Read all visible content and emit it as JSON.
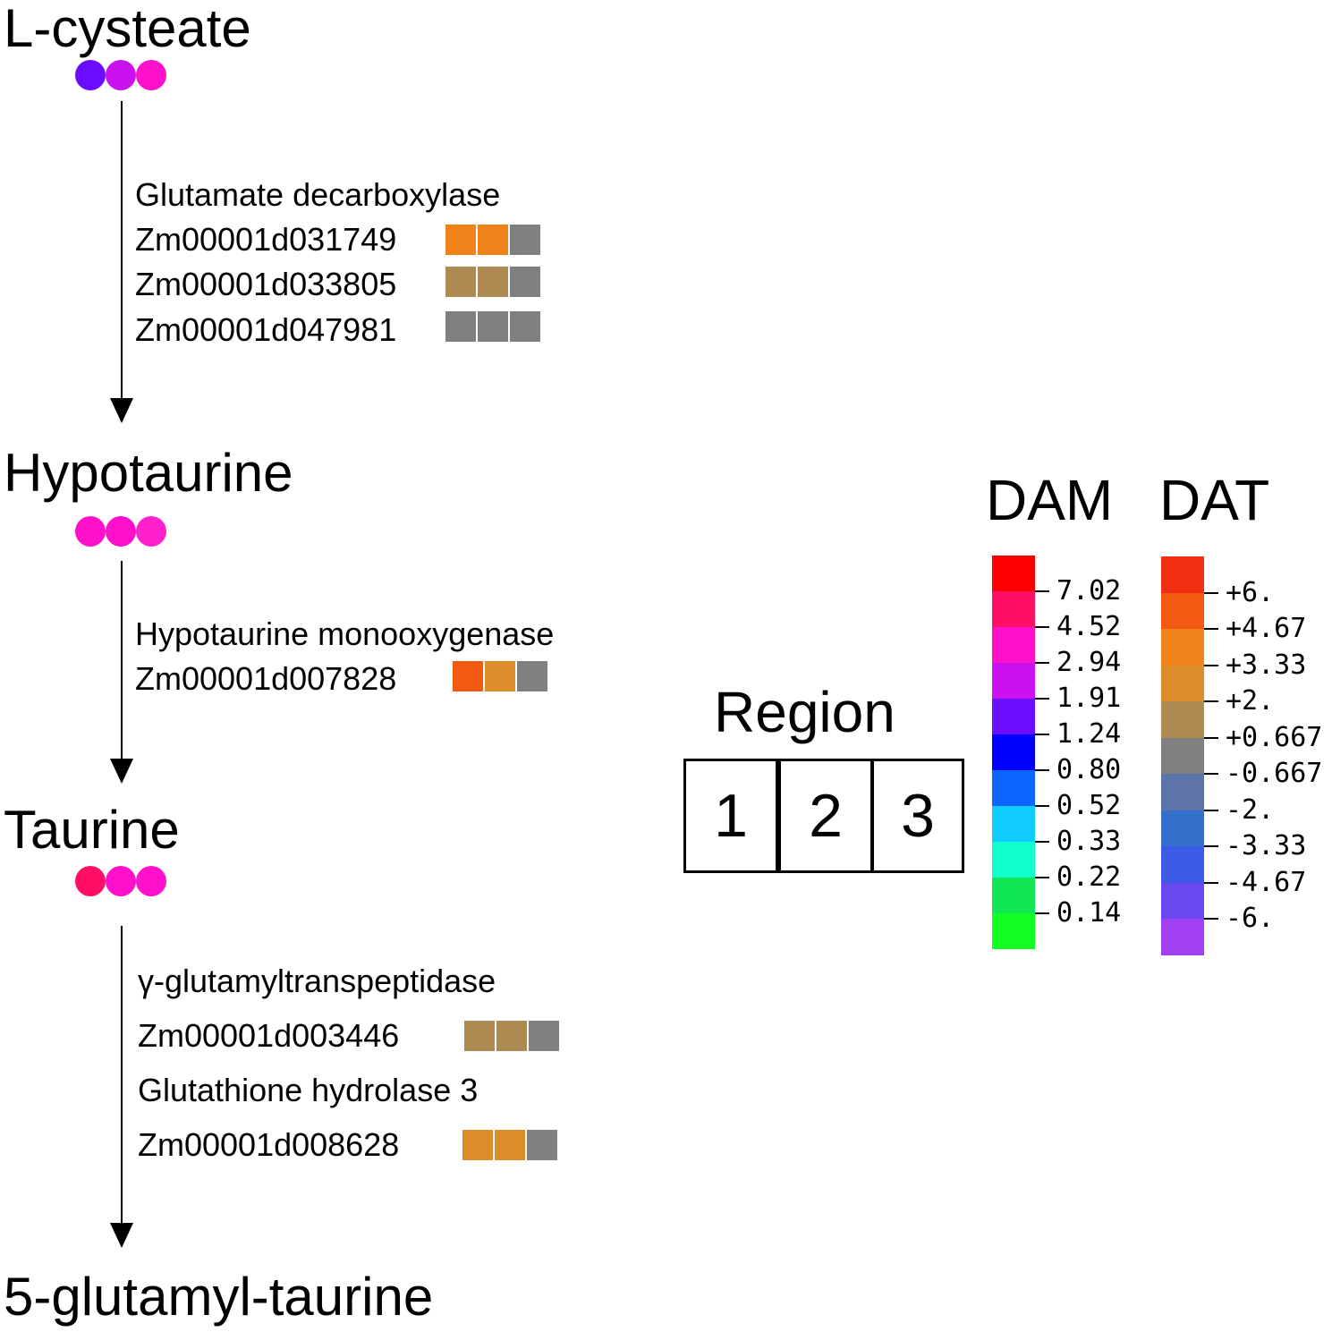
{
  "metabolites": [
    {
      "name": "L-cysteate",
      "dots": [
        "#6a0dff",
        "#cc11f0",
        "#ff11cc"
      ]
    },
    {
      "name": "Hypotaurine",
      "dots": [
        "#ff11cc",
        "#ff11cc",
        "#ff22cc"
      ]
    },
    {
      "name": "Taurine",
      "dots": [
        "#ff0e66",
        "#ff11cc",
        "#ff11cc"
      ]
    },
    {
      "name": "5-glutamyl-taurine",
      "dots": []
    }
  ],
  "steps": [
    {
      "enzymes": [
        {
          "name": "Glutamate decarboxylase",
          "genes": [
            {
              "id": "Zm00001d031749",
              "colors": [
                "#f0831a",
                "#f0831a",
                "#808080"
              ]
            },
            {
              "id": "Zm00001d033805",
              "colors": [
                "#ad8a52",
                "#ad8a52",
                "#808080"
              ]
            },
            {
              "id": "Zm00001d047981",
              "colors": [
                "#808080",
                "#808080",
                "#808080"
              ]
            }
          ]
        }
      ]
    },
    {
      "enzymes": [
        {
          "name": "Hypotaurine monooxygenase",
          "genes": [
            {
              "id": "Zm00001d007828",
              "colors": [
                "#f15a10",
                "#dc8c28",
                "#808080"
              ]
            }
          ]
        }
      ]
    },
    {
      "enzymes": [
        {
          "name": "γ-glutamyltranspeptidase",
          "genes": [
            {
              "id": "Zm00001d003446",
              "colors": [
                "#ad8a52",
                "#ad8a52",
                "#808080"
              ]
            }
          ]
        },
        {
          "name": "Glutathione hydrolase 3",
          "genes": [
            {
              "id": "Zm00001d008628",
              "colors": [
                "#dc8c28",
                "#dc8c28",
                "#808080"
              ]
            }
          ]
        }
      ]
    }
  ],
  "region": {
    "title": "Region",
    "boxes": [
      "1",
      "2",
      "3"
    ]
  },
  "legend": {
    "dam": {
      "title": "DAM",
      "colors": [
        "#ff0000",
        "#ff0e66",
        "#ff11cc",
        "#cc11f0",
        "#6a0dff",
        "#0000ff",
        "#0d66ff",
        "#11ccff",
        "#11ffcc",
        "#11e655",
        "#11ff22"
      ],
      "labels": [
        "7.02",
        "4.52",
        "2.94",
        "1.91",
        "1.24",
        "0.80",
        "0.52",
        "0.33",
        "0.22",
        "0.14"
      ]
    },
    "dat": {
      "title": "DAT",
      "colors": [
        "#f03010",
        "#f15a10",
        "#f0831a",
        "#dc8c28",
        "#ad8a52",
        "#808080",
        "#5c74a8",
        "#3370cc",
        "#3b5ae6",
        "#6a48f0",
        "#a040f0"
      ],
      "labels": [
        "+6.",
        "+4.67",
        "+3.33",
        "+2.",
        "+0.667",
        "-0.667",
        "-2.",
        "-3.33",
        "-4.67",
        "-6."
      ]
    }
  }
}
